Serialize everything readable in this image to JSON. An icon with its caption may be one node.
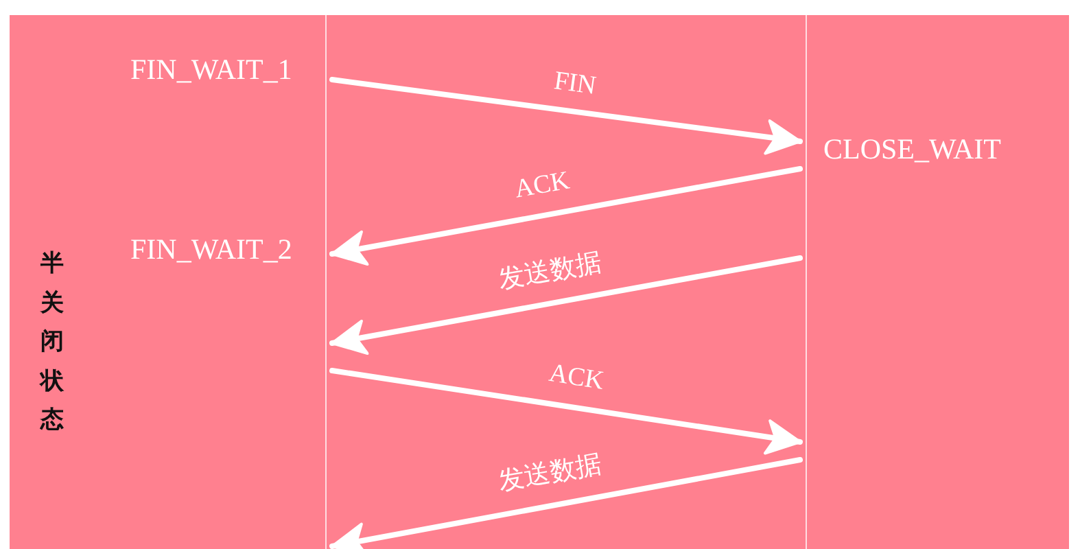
{
  "diagram": {
    "nodes": [
      {
        "text": [],
        "shape": "line",
        "beside": [
          "FIN_WAIT_1",
          "FIN_WAIT_2"
        ]
      },
      {
        "text": [],
        "shape": "line",
        "beside": [
          "CLOSE_WAIT"
        ]
      }
    ],
    "edges": [
      {
        "from": 0,
        "to": 1,
        "arrow": "to",
        "label": "FIN"
      },
      {
        "from": 1,
        "to": 0,
        "arrow": "to",
        "label": "ACK"
      },
      {
        "from": 1,
        "to": 0,
        "arrow": "to",
        "label": "发送数据"
      },
      {
        "from": 0,
        "to": 1,
        "arrow": "to",
        "label": "ACK"
      },
      {
        "from": 1,
        "to": 0,
        "arrow": "to",
        "label": "发送数据"
      }
    ],
    "labels": [
      "半关闭状态"
    ]
  }
}
